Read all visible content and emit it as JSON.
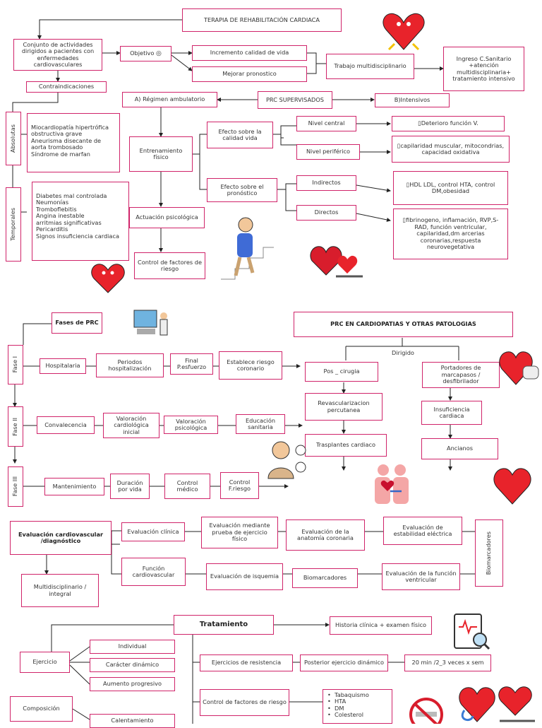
{
  "s1": {
    "title": "TERAPIA DE REHABILITACIÓN CARDIACA",
    "def": "Conjunto de actividades dirigidos a pacientes con enfermedades cardiovasculares",
    "objetivo": "Objetivo",
    "incremento": "Incremento calidad de vida",
    "mejorar": "Mejorar pronostico",
    "trabajo": "Trabajo multidisciplinario",
    "ingreso": "Ingreso C.Sanitario +atención multidisciplinaria+ tratamiento intensivo",
    "contra": "Contraindicaciones",
    "regimen": "A) Régimen ambulatorio",
    "prc_sup": "PRC SUPERVISADOS",
    "intensivos": "B)Intensivos",
    "absolutas": "Absolutas",
    "abs_list": [
      "Miocardiopatía hipertrófica obstructiva grave",
      "Aneurisma disecante de aorta trombosado",
      "Síndrome de marfan"
    ],
    "temporales": "Temporales",
    "temp_list": [
      "Diabetes mal controlada",
      "Neumonías",
      "Tromboflebitis",
      "Angina inestable",
      "arritmias significativas",
      "Pericarditis",
      "Signos insuficiencia cardiaca"
    ],
    "entrenamiento": "Entrenamiento físico",
    "efecto_calidad": "Efecto sobre la calidad vida",
    "efecto_pron": "Efecto sobre el pronóstico",
    "nivel_central": "Nivel central",
    "nivel_periferico": "Nivel periférico",
    "deterioro": "Deterioro función V.",
    "capilaridad": "capilaridad muscular, mitocondrias, capacidad oxidativa",
    "indirectos": "Indirectos",
    "directos": "Directos",
    "hdl": "HDL LDL, control HTA, control DM,obesidad",
    "fibrinogeno": "fibrinogeno, inflamación, RVP,S-RAD, función ventricular, capilaridad,dm arcerias coronarias,respuesta neurovegetativa",
    "actuacion": "Actuación psicológica",
    "control_fr": "Control de factores de riesgo"
  },
  "s2": {
    "fases": "Fases de PRC",
    "fase1": "Fase I",
    "fase2": "Fase II",
    "fase3": "Fase III",
    "hospitalaria": "Hospitalaria",
    "periodos": "Periodos hospitalización",
    "final": "Final P.esfuerzo",
    "establece": "Establece riesgo coronario",
    "convalecencia": "Convalecencia",
    "valoracion_card": "Valoración cardiológica inicial",
    "valoracion_psi": "Valoración psicológica",
    "educacion": "Educación sanitaria",
    "mantenimiento": "Mantenimiento",
    "duracion": "Duración por vida",
    "control_medico": "Control médico",
    "control_friesgo": "Control F.riesgo",
    "prc_cardio": "PRC EN CARDIOPATIAS Y OTRAS PATOLOGIAS",
    "dirigido": "Dirigido",
    "pos_cirugia": "Pos _ cirugia",
    "revascularizacion": "Revascularizacion percutanea",
    "trasplantes": "Trasplantes cardiaco",
    "portadores": "Portadores de marcapasos / desfibrilador",
    "insuficiencia": "Insuficiencia cardiaca",
    "ancianos": "Ancianos"
  },
  "s3": {
    "eval": "Evaluación cardiovascular /diagnóstico",
    "multi": "Multidisciplinario / integral",
    "eval_clinica": "Evaluación clínica",
    "eval_prueba": "Evaluación mediante prueba de ejercicio físico",
    "eval_anatomia": "Evaluación de la anatomía coronaria",
    "eval_estabilidad": "Evaluación de estabilidad eléctrica",
    "funcion_cv": "Función cardiovascular",
    "eval_isquemia": "Evaluación de isquemia",
    "biomarcadores": "Biomarcadores",
    "eval_ventricular": "Evaluación de la función ventricular",
    "biomarcadores_v": "Biomarcadores"
  },
  "s4": {
    "tratamiento": "Tratamiento",
    "historia": "Historia clínica + examen físico",
    "ejercicio": "Ejercicio",
    "individual": "Individual",
    "caracter": "Carácter dinámico",
    "aumento": "Aumento progresivo",
    "resistencia": "Ejercicios de resistencia",
    "posterior": "Posterior ejercicio dinámico",
    "min": "20 min /2_3 veces x sem",
    "control_fr": "Control de factores de riesgo",
    "fr_list": [
      "Tabaquismo",
      "HTA",
      "DM",
      "Colesterol"
    ],
    "composicion": "Composición",
    "calentamiento": "Calentamiento"
  }
}
